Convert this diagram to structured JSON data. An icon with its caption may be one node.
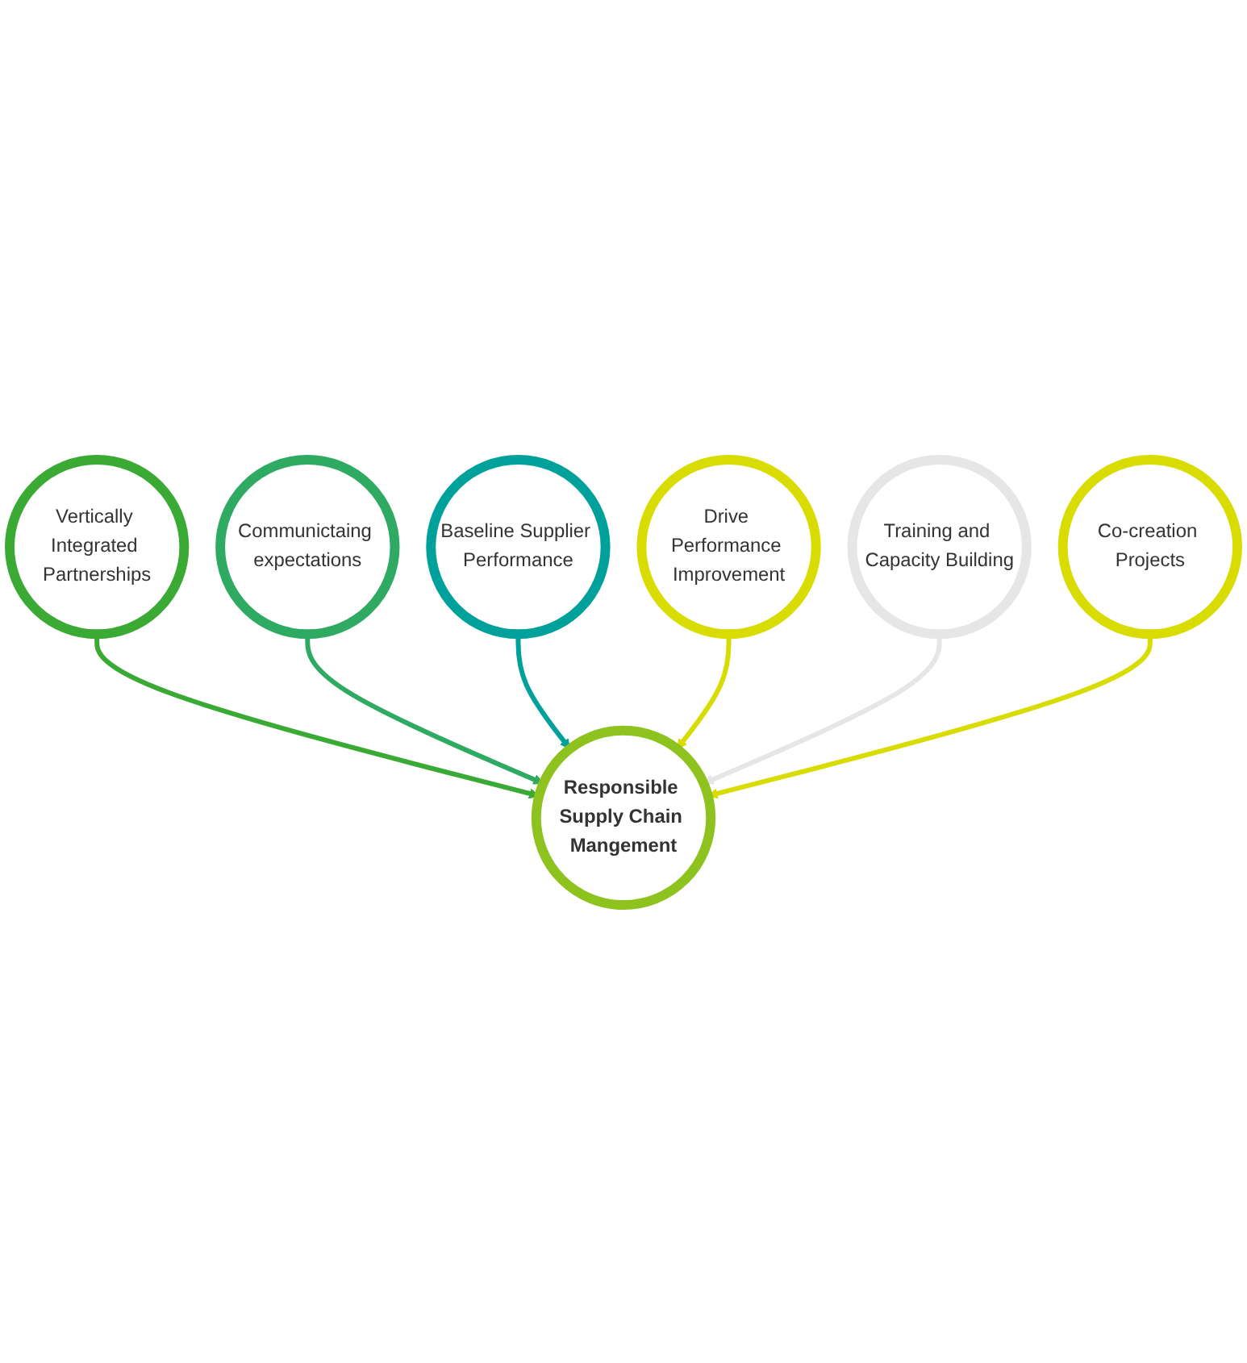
{
  "diagram": {
    "nodes": [
      {
        "text": [
          "Responsible Supply Chain Mangement"
        ]
      },
      {
        "text": [
          "Vertically Integrated Partnerships"
        ]
      },
      {
        "text": [
          "Communictaing expectations"
        ]
      },
      {
        "text": [
          "Baseline Supplier Performance"
        ]
      },
      {
        "text": [
          "Drive Performance Improvement"
        ]
      },
      {
        "text": [
          "Training and Capacity Building"
        ]
      },
      {
        "text": [
          "Co-creation Projects"
        ]
      }
    ],
    "edges": [
      {
        "from": 1,
        "to": 0,
        "arrow": "to",
        "color": "#3aaa35"
      },
      {
        "from": 2,
        "to": 0,
        "arrow": "to",
        "color": "#2eaa62"
      },
      {
        "from": 3,
        "to": 0,
        "arrow": "to",
        "color": "#00a19a"
      },
      {
        "from": 4,
        "to": 0,
        "arrow": "to",
        "color": "#d9dc00"
      },
      {
        "from": 5,
        "to": 0,
        "arrow": "to",
        "color": "#e6e6e6"
      },
      {
        "from": 6,
        "to": 0,
        "arrow": "to",
        "color": "#d9dc00"
      }
    ]
  }
}
